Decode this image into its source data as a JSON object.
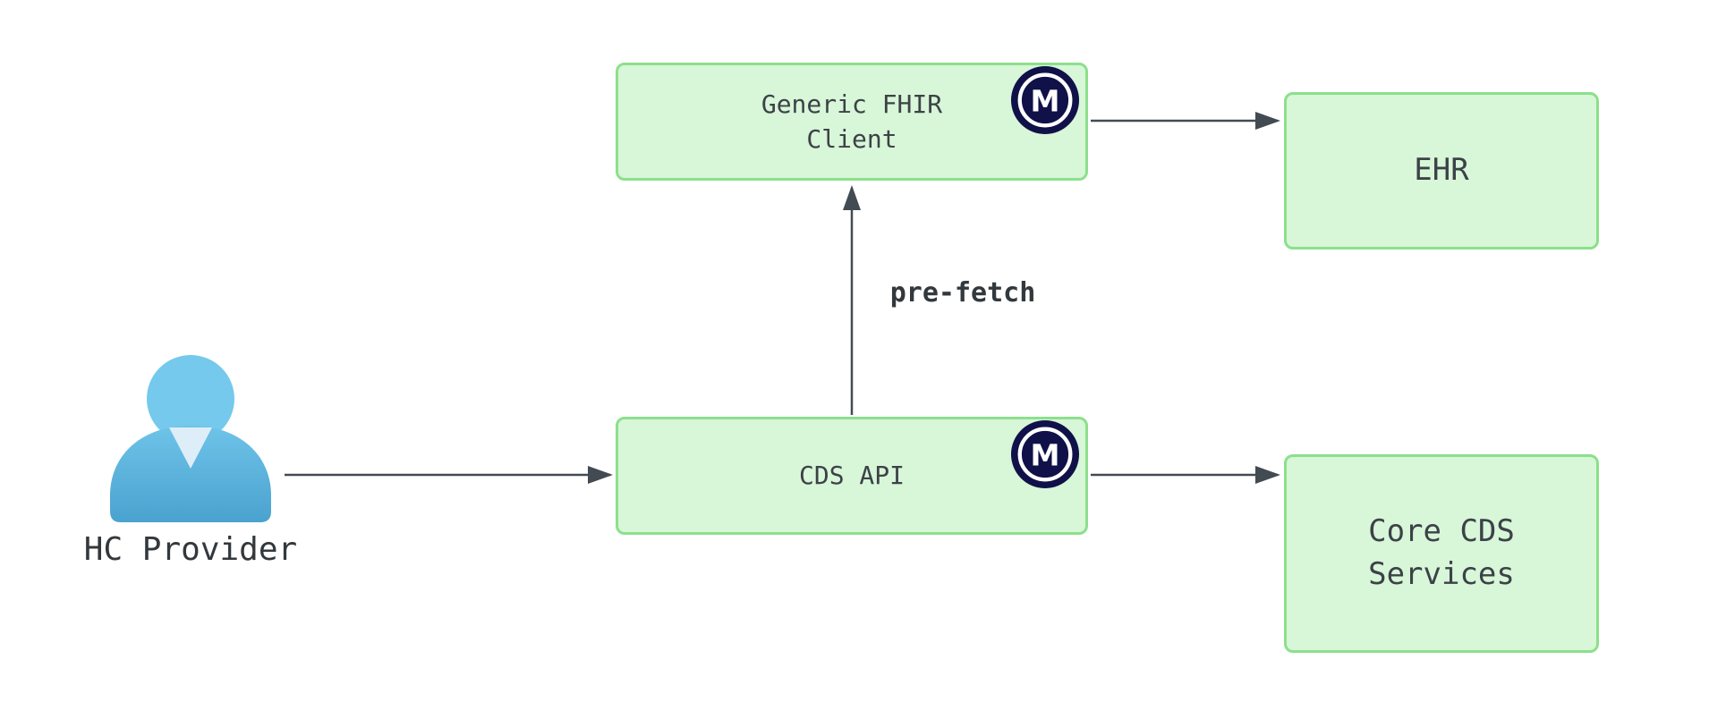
{
  "nodes": {
    "generic_fhir_client": {
      "label": "Generic FHIR\nClient"
    },
    "ehr": {
      "label": "EHR"
    },
    "cds_api": {
      "label": "CDS API"
    },
    "core_cds_services": {
      "label": "Core CDS\nServices"
    },
    "hc_provider": {
      "label": "HC Provider"
    }
  },
  "edges": {
    "prefetch": {
      "label": "pre-fetch"
    }
  },
  "icons": {
    "badge": "mulesoft-logo",
    "actor": "person"
  },
  "colors": {
    "node_fill": "#d8f6d8",
    "node_border": "#8ce08c",
    "node_text": "#3c4248",
    "arrow": "#424a52",
    "edge_label_text": "#33383d",
    "badge_bg": "#101148",
    "badge_fg": "#ffffff",
    "actor_head": "#74c9ec",
    "actor_body_top": "#6ec3e8",
    "actor_body_bottom": "#4aa2cf",
    "background": "#ffffff"
  }
}
